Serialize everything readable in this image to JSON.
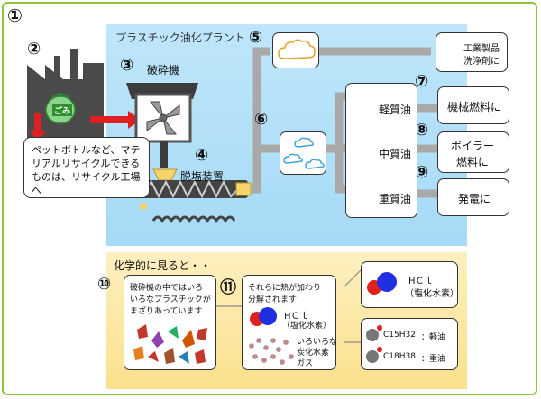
{
  "title_number": "①",
  "plant": {
    "title": "プラスチック油化プラント"
  },
  "numbers": {
    "n2": "②",
    "n3": "③",
    "n4": "④",
    "n5": "⑤",
    "n6": "⑥",
    "n7": "⑦",
    "n8": "⑧",
    "n9": "⑨",
    "n10": "⑩",
    "n11": "⑪"
  },
  "factory": {
    "bag_label": "ごみ"
  },
  "crusher": {
    "label": "破砕機"
  },
  "dechlorination": {
    "label": "脱塩装置"
  },
  "recycle_note": {
    "line1": "ペットボトルなど、マテ",
    "line2": "リアルリサイクルできる",
    "line3": "ものは、リサイクル工場",
    "line4": "へ"
  },
  "industrial": {
    "line1": "工業製品",
    "line2": "洗浄剤に"
  },
  "oils": {
    "light": "軽質油",
    "medium": "中質油",
    "heavy": "重質油"
  },
  "uses": {
    "machine_fuel": "機械燃料に",
    "boiler_line1": "ボイラー",
    "boiler_line2": "燃料に",
    "power": "発電に"
  },
  "chem": {
    "heading": "化学的に見ると・・",
    "box10": {
      "line1": "破砕機の中ではいろ",
      "line2": "いろなプラスチックが",
      "line3": "まざりあっています"
    },
    "box11": {
      "line1": "それらに熱が加わり",
      "line2": "分解されます",
      "hcl": "HＣｌ",
      "hcl_name": "（塩化水素）",
      "gas1": "いろいろな",
      "gas2": "炭化水素",
      "gas3": "ガス"
    },
    "hcl_box": {
      "formula": "HＣｌ",
      "name": "（塩化水素）"
    },
    "hc_box": {
      "c15": "C15H32",
      "c15_use": "：軽油",
      "c18": "C18H38",
      "c18_use": "：重油"
    }
  }
}
